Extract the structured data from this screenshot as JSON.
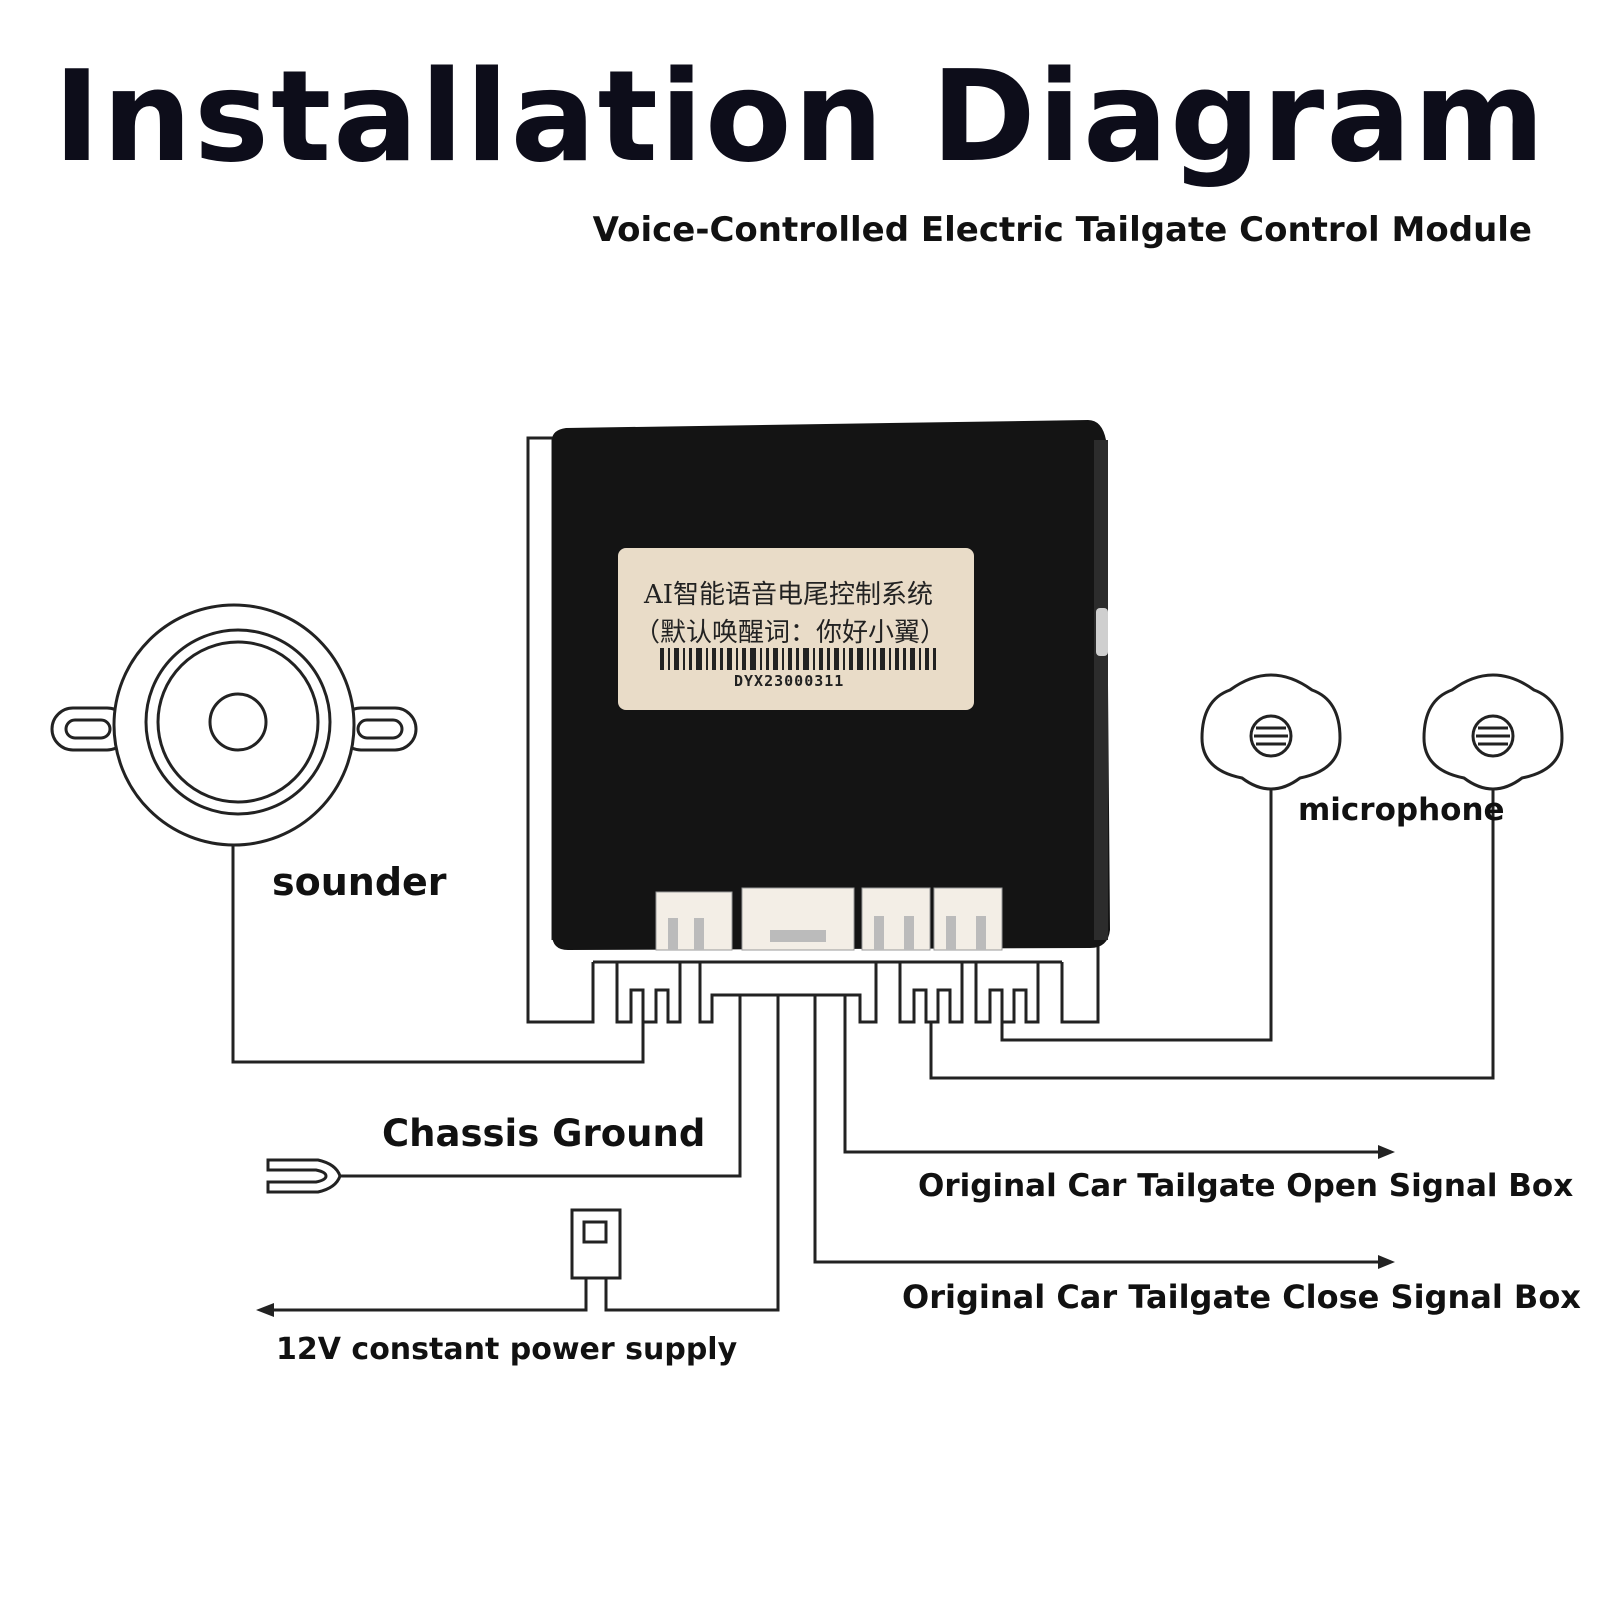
{
  "header": {
    "title": "Installation Diagram",
    "subtitle": "Voice-Controlled Electric Tailgate Control Module"
  },
  "module": {
    "label_line1": "AI智能语音电尾控制系统",
    "label_line2": "（默认唤醒词：你好小翼）",
    "serial": "DYX23000311",
    "body_color": "#141414",
    "label_color": "#e9dcc8",
    "connector_color": "#f3eee6"
  },
  "labels": {
    "sounder": "sounder",
    "microphone": "microphone",
    "chassis_ground": "Chassis Ground",
    "open_signal": "Original Car Tailgate Open Signal Box",
    "close_signal": "Original Car Tailgate Close Signal Box",
    "power_supply": "12V constant power supply"
  },
  "icons": [
    "sounder-icon",
    "microphone-icon",
    "ground-fork-icon",
    "fuse-icon",
    "arrow-icon"
  ]
}
